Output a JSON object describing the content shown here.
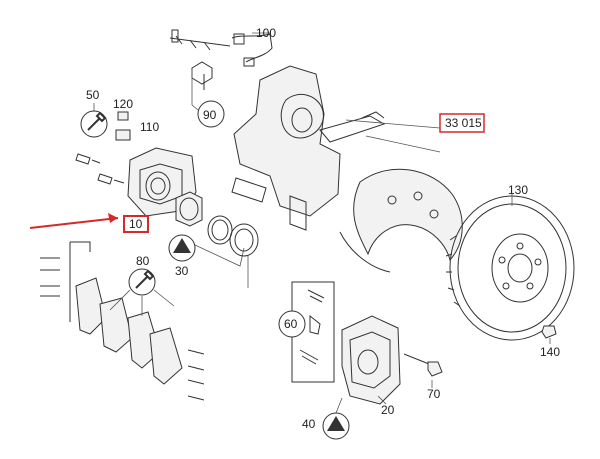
{
  "diagram": {
    "labels": {
      "p10": "10",
      "p20": "20",
      "p30": "30",
      "p33015": "33 015",
      "p40": "40",
      "p50": "50",
      "p60": "60",
      "p70": "70",
      "p80": "80",
      "p90": "90",
      "p100": "100",
      "p110": "110",
      "p120": "120",
      "p130": "130",
      "p140": "140"
    },
    "highlight_color": "#d42a2a",
    "icons": [
      "tool-icon",
      "grease-icon"
    ]
  }
}
